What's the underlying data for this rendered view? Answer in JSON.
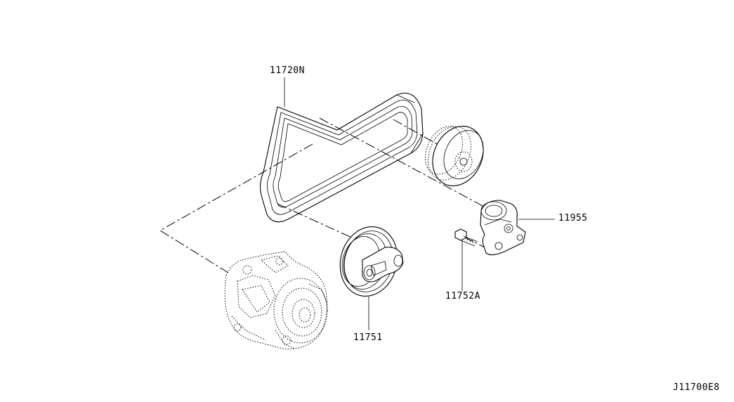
{
  "diagram": {
    "parts": [
      {
        "id": "belt",
        "label": "11720N"
      },
      {
        "id": "tensioner",
        "label": "11955"
      },
      {
        "id": "bolt",
        "label": "11752A"
      },
      {
        "id": "pulley",
        "label": "11751"
      }
    ],
    "ref_code": "J11700E8"
  }
}
